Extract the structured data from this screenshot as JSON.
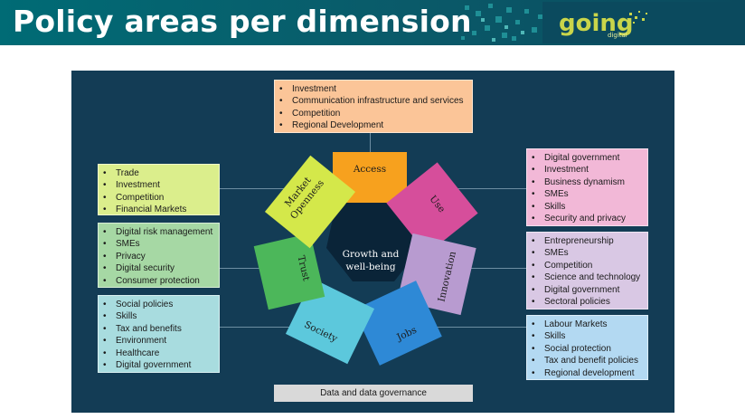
{
  "header": {
    "title": "Policy areas per dimension",
    "logo_main": "going",
    "logo_sub": "digital"
  },
  "center": {
    "line1": "Growth and",
    "line2": "well-being"
  },
  "dimensions": {
    "access": "Access",
    "use": "Use",
    "innovation": "Innovation",
    "jobs": "Jobs",
    "society": "Society",
    "trust": "Trust",
    "market_line1": "Market",
    "market_line2": "Openness"
  },
  "lists": {
    "access": [
      "Investment",
      "Communication infrastructure and services",
      "Competition",
      "Regional Development"
    ],
    "use": [
      "Digital government",
      "Investment",
      "Business dynamism",
      "SMEs",
      "Skills",
      "Security and privacy"
    ],
    "innovation": [
      "Entrepreneurship",
      "SMEs",
      "Competition",
      "Science and technology",
      "Digital government",
      "Sectoral policies"
    ],
    "jobs": [
      "Labour Markets",
      "Skills",
      "Social protection",
      "Tax and benefit policies",
      "Regional development"
    ],
    "market_openness": [
      "Trade",
      "Investment",
      "Competition",
      "Financial Markets"
    ],
    "trust": [
      "Digital risk management",
      "SMEs",
      "Privacy",
      "Digital security",
      "Consumer protection"
    ],
    "society": [
      "Social policies",
      "Skills",
      "Tax and benefits",
      "Environment",
      "Healthcare",
      "Digital government"
    ]
  },
  "footer_bar": "Data and data governance",
  "colors": {
    "header": "#006b75",
    "panel": "#133c55",
    "access": "#f7a11e",
    "use": "#d64e9b",
    "innovation": "#b89bd0",
    "jobs": "#2e89d6",
    "society": "#5cc8dc",
    "trust": "#4cb75a",
    "market_openness": "#d4e84a"
  }
}
